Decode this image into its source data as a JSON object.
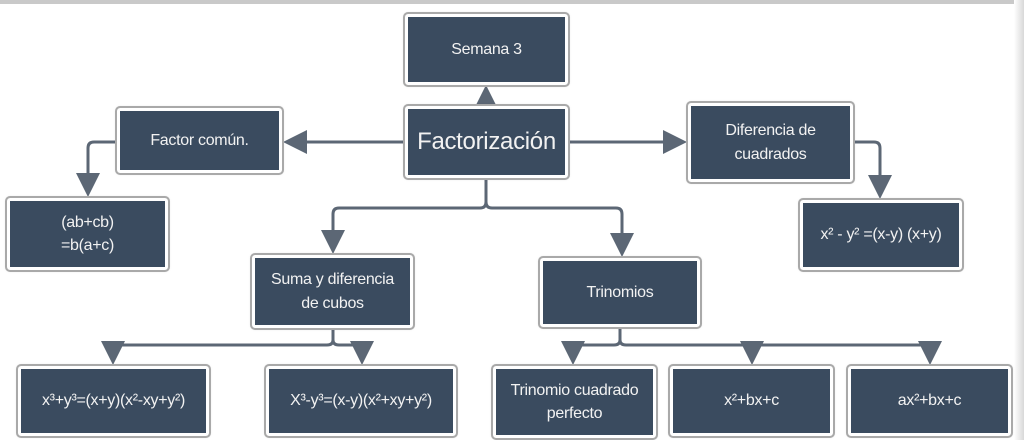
{
  "nodes": {
    "semana": "Semana 3",
    "root": "Factorización",
    "factor_comun": "Factor común.",
    "factor_comun_ex_1": "(ab+cb)",
    "factor_comun_ex_2": "=b(a+c)",
    "dif_cuadrados_1": "Diferencia de",
    "dif_cuadrados_2": "cuadrados",
    "dif_cuadrados_ex": "x² - y² =(x-y) (x+y)",
    "cubos_1": "Suma y diferencia",
    "cubos_2": "de cubos",
    "suma_cubos": "x³+y³=(x+y)(x²-xy+y²)",
    "dif_cubos": "X³-y³=(x-y)(x²+xy+y²)",
    "trinomios": "Trinomios",
    "tcp_1": "Trinomio cuadrado",
    "tcp_2": "perfecto",
    "trinomio_simple": "x²+bx+c",
    "trinomio_general": "ax²+bx+c"
  },
  "colors": {
    "box": "#3a4b5f",
    "line": "#5c6775"
  }
}
